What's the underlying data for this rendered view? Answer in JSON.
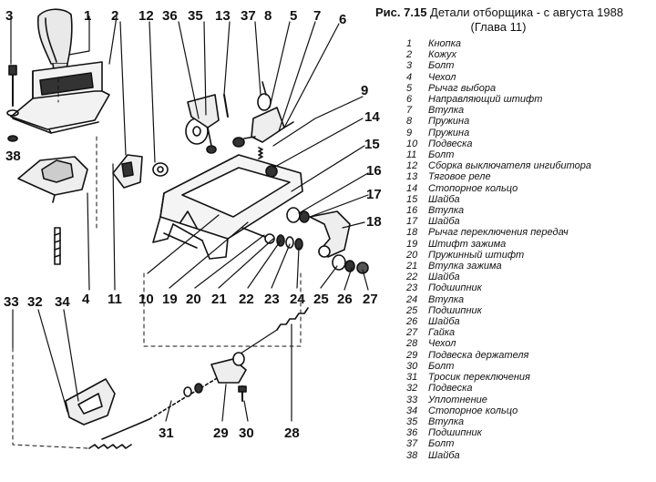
{
  "figure": {
    "caption_label": "Рис. 7.15",
    "caption_text": "Детали отборщика - с августа 1988",
    "subtitle": "(Глава 11)"
  },
  "legend": [
    {
      "num": "1",
      "label": "Кнопка"
    },
    {
      "num": "2",
      "label": "Кожух"
    },
    {
      "num": "3",
      "label": "Болт"
    },
    {
      "num": "4",
      "label": "Чехол"
    },
    {
      "num": "5",
      "label": "Рычаг выбора"
    },
    {
      "num": "6",
      "label": "Направляющий штифт"
    },
    {
      "num": "7",
      "label": "Втулка"
    },
    {
      "num": "8",
      "label": "Пружина"
    },
    {
      "num": "9",
      "label": "Пружина"
    },
    {
      "num": "10",
      "label": "Подвеска"
    },
    {
      "num": "11",
      "label": "Болт"
    },
    {
      "num": "12",
      "label": "Сборка выключателя ингибитора"
    },
    {
      "num": "13",
      "label": "Тяговое реле"
    },
    {
      "num": "14",
      "label": "Стопорное кольцо"
    },
    {
      "num": "15",
      "label": "Шайба"
    },
    {
      "num": "16",
      "label": "Втулка"
    },
    {
      "num": "17",
      "label": "Шайба"
    },
    {
      "num": "18",
      "label": "Рычаг переключения  передач"
    },
    {
      "num": "19",
      "label": "Штифт зажима"
    },
    {
      "num": "20",
      "label": "Пружинный штифт"
    },
    {
      "num": "21",
      "label": "Втулка зажима"
    },
    {
      "num": "22",
      "label": "Шайба"
    },
    {
      "num": "23",
      "label": "Подшипник"
    },
    {
      "num": "24",
      "label": "Втулка"
    },
    {
      "num": "25",
      "label": "Подшипник"
    },
    {
      "num": "26",
      "label": "Шайба"
    },
    {
      "num": "27",
      "label": "Гайка"
    },
    {
      "num": "28",
      "label": "Чехол"
    },
    {
      "num": "29",
      "label": "Подвеска держателя"
    },
    {
      "num": "30",
      "label": "Болт"
    },
    {
      "num": "31",
      "label": "Тросик переключения"
    },
    {
      "num": "32",
      "label": "Подвеска"
    },
    {
      "num": "33",
      "label": "Уплотнение"
    },
    {
      "num": "34",
      "label": "Стопорное кольцо"
    },
    {
      "num": "35",
      "label": "Втулка"
    },
    {
      "num": "36",
      "label": "Подшипник"
    },
    {
      "num": "37",
      "label": "Болт"
    },
    {
      "num": "38",
      "label": "Шайба"
    }
  ],
  "callouts": [
    "1",
    "2",
    "3",
    "4",
    "5",
    "6",
    "7",
    "8",
    "9",
    "10",
    "11",
    "12",
    "13",
    "14",
    "15",
    "16",
    "17",
    "18",
    "19",
    "20",
    "21",
    "22",
    "23",
    "24",
    "25",
    "26",
    "27",
    "28",
    "29",
    "30",
    "31",
    "32",
    "33",
    "34",
    "35",
    "36",
    "37",
    "38"
  ]
}
